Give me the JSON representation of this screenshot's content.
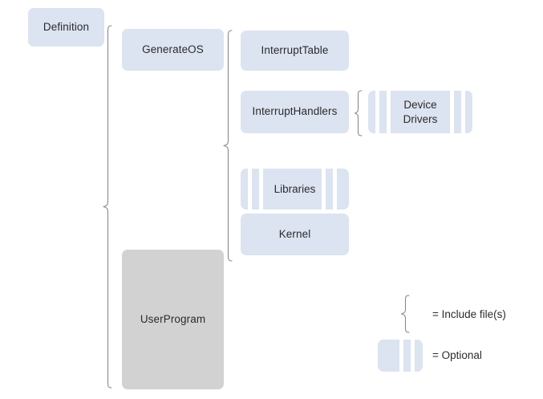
{
  "diagram": {
    "title": "Definition structure diagram",
    "colors": {
      "box_blue": "#dce3f1",
      "box_gray": "#d2d2d2",
      "text": "#2b2b2b",
      "brace": "#8a8a8a",
      "background": "#ffffff"
    },
    "nodes": {
      "definition": "Definition",
      "generate_os": "GenerateOS",
      "user_program": "UserProgram",
      "interrupt_table": "InterruptTable",
      "interrupt_handlers": "InterruptHandlers",
      "device_drivers": "Device\nDrivers",
      "libraries": "Libraries",
      "kernel": "Kernel"
    },
    "legend": {
      "include_files": "= Include file(s)",
      "optional": "= Optional"
    }
  }
}
